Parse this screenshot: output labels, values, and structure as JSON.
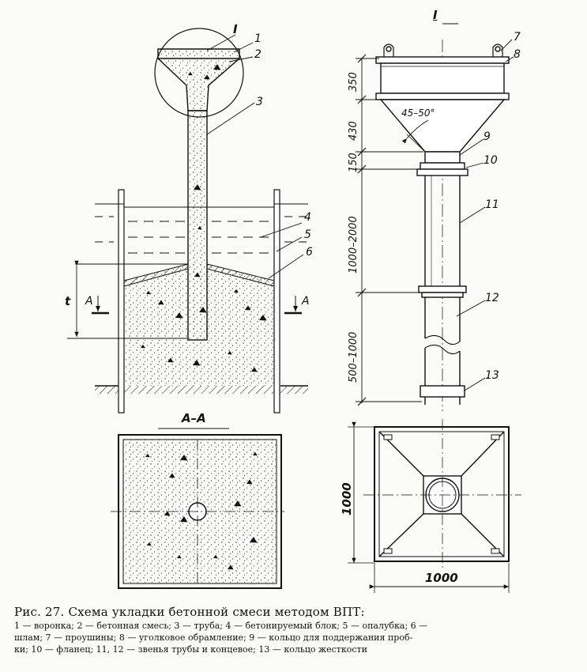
{
  "labels": {
    "detail_i": "I",
    "detail_i_right": "I",
    "n1": "1",
    "n2": "2",
    "n3": "3",
    "n4": "4",
    "n5": "5",
    "n6": "6",
    "n7": "7",
    "n8": "8",
    "n9": "9",
    "n10": "10",
    "n11": "11",
    "n12": "12",
    "n13": "13",
    "t": "t",
    "a_left": "A",
    "a_right": "A",
    "section": "A–A",
    "angle": "45–50°"
  },
  "dimensions": {
    "d350": "350",
    "d430": "430",
    "d150": "150",
    "d1000_2000": "1000–2000",
    "d500_1000": "500–1000",
    "d1000_v": "1000",
    "d1000_h": "1000"
  },
  "caption": {
    "title": "Рис. 27. Схема укладки бетонной смеси методом ВПТ:",
    "line1": "1 — воронка;  2 — бетонная смесь;  3 — труба;  4 — бетонируемый  блок;  5 — опалубка;  6 —",
    "line2": "шлам;  7 — проушины;  8 — уголковое обрамление;  9 — кольцо  для  поддержания  проб-",
    "line3": "ки;  10 — фланец;  11,  12 — звенья трубы и концевое;  13 — кольцо  жесткости"
  },
  "colors": {
    "ink": "#111111",
    "paper": "#fbfbf8"
  }
}
